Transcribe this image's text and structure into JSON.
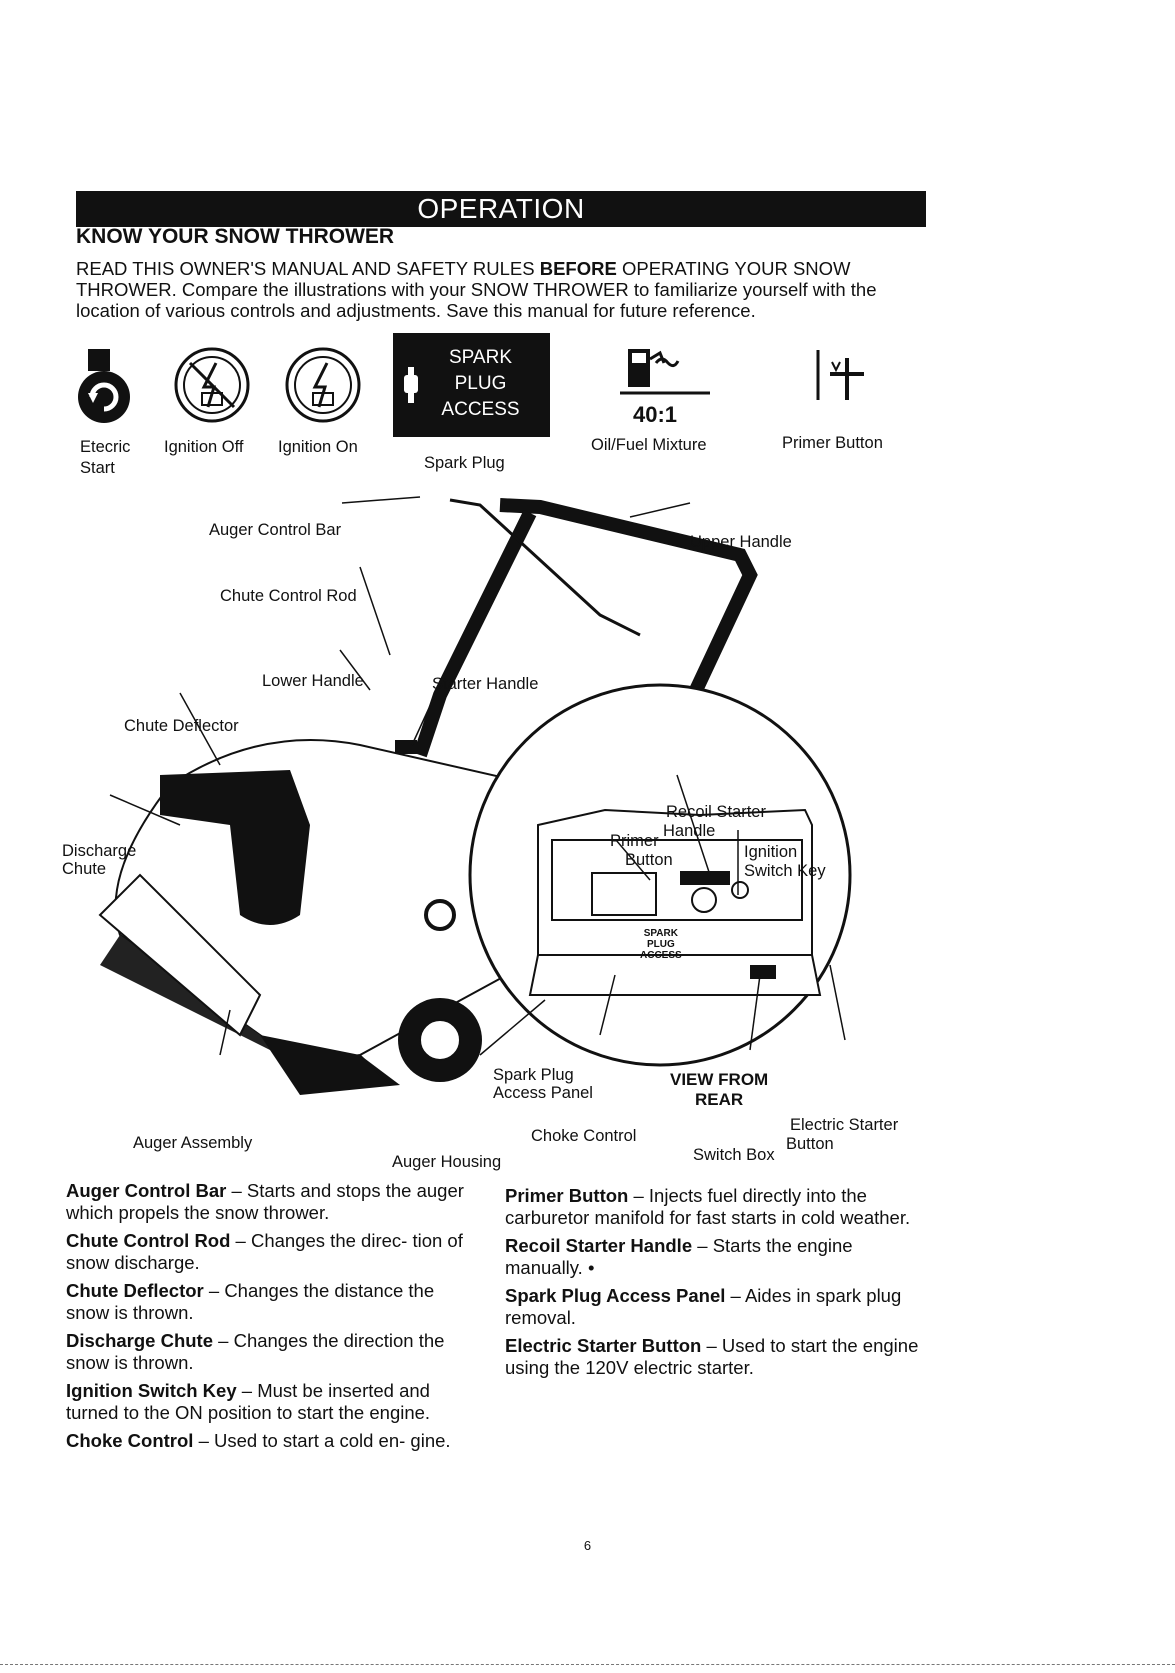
{
  "banner": "OPERATION",
  "heading": "KNOW YOUR SNOW THROWER",
  "intro": {
    "part1": "READ THIS OWNER'S MANUAL AND SAFETY RULES ",
    "bold": "BEFORE",
    "part2": " OPERATING YOUR SNOW THROWER. Compare the illustrations with your SNOW THROWER to familiarize yourself with the location of various controls and adjustments. Save this manual for future reference."
  },
  "icons": {
    "electric_start": "Etecric Start",
    "ignition_off": "Ignition Off",
    "ignition_on": "Ignition On",
    "spark_box_line1": "SPARK",
    "spark_box_line2": "PLUG",
    "spark_box_line3": "ACCESS",
    "spark_plug": "Spark Plug",
    "ratio": "40:1",
    "oil_fuel": "Oil/Fuel Mixture",
    "primer": "Primer Button"
  },
  "callouts": {
    "auger_control_bar": "Auger Control Bar",
    "upper_handle": "Upper Handle",
    "chute_control_rod": "Chute Control Rod",
    "lower_handle": "Lower Handle",
    "starter_handle": "Starter Handle",
    "chute_deflector": "Chute Deflector",
    "discharge_chute_1": "Discharge",
    "discharge_chute_2": "Chute",
    "recoil_1": "Recoil Starter",
    "recoil_2": "Handle",
    "primer_1": "Primer",
    "primer_2": "Button",
    "ignition_1": "Ignition",
    "ignition_2": "Switch Key",
    "spark_panel_1": "Spark Plug",
    "spark_panel_2": "Access Panel",
    "view_1": "VIEW FROM",
    "view_2": "REAR",
    "inset_spark_1": "SPARK",
    "inset_spark_2": "PLUG",
    "inset_spark_3": "ACCESS",
    "auger_assembly": "Auger Assembly",
    "auger_housing": "Auger Housing",
    "choke_control": "Choke Control",
    "switch_box": "Switch Box",
    "electric_starter_1": "Electric Starter",
    "electric_starter_2": "Button"
  },
  "descriptions_left": [
    {
      "term": "Auger Control Bar",
      "text": " – Starts and stops the auger which propels the snow thrower."
    },
    {
      "term": "Chute Control Rod",
      "text": " – Changes the direc- tion of snow discharge."
    },
    {
      "term": "Chute Deflector",
      "text": " – Changes the distance the snow is thrown."
    },
    {
      "term": "Discharge Chute",
      "text": " – Changes the direction the snow is thrown."
    },
    {
      "term": "Ignition Switch Key",
      "text": " – Must be inserted and turned to the ON position to start the engine."
    },
    {
      "term": "Choke Control",
      "text": " – Used to start a cold en- gine."
    }
  ],
  "descriptions_right": [
    {
      "term": "Primer Button",
      "text": " – Injects fuel directly into the carburetor manifold for fast starts in cold weather."
    },
    {
      "term": "Recoil Starter Handle",
      "text": " – Starts the engine manually. •"
    },
    {
      "term": "Spark Plug Access Panel",
      "text": " – Aides in spark plug removal."
    },
    {
      "term": "Electric Starter Button",
      "text": " – Used to start the engine using the 120V electric starter."
    }
  ],
  "page_number": "6"
}
